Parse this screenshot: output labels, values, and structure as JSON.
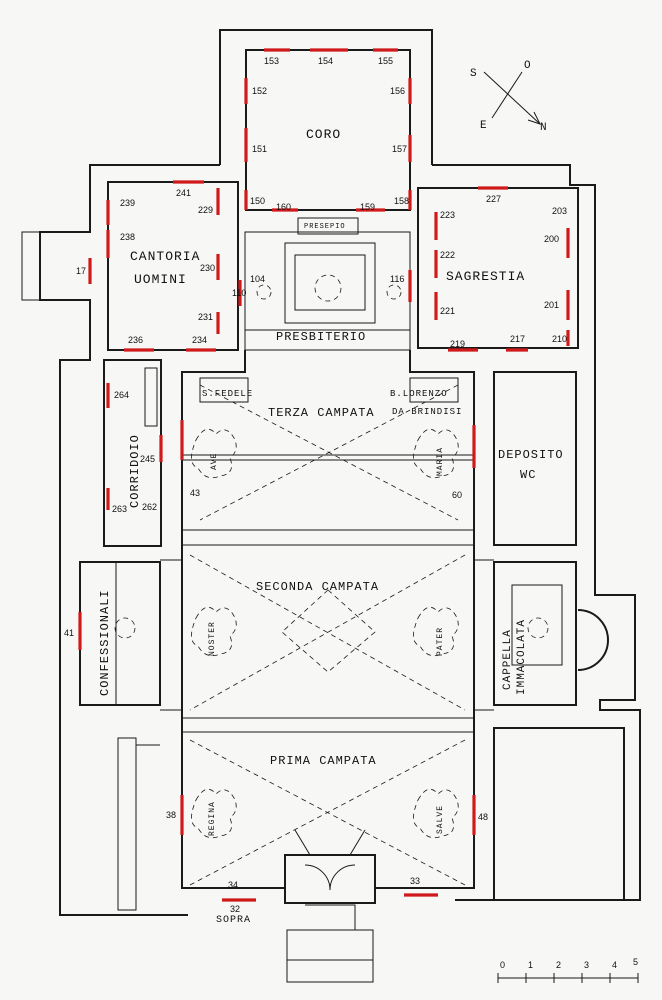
{
  "rooms": {
    "coro": "CORO",
    "cantoria_1": "CANTORIA",
    "cantoria_2": "UOMINI",
    "sagrestia": "SAGRESTIA",
    "presbiterio": "PRESBITERIO",
    "presepio": "PRESEPIO",
    "terza": "TERZA CAMPATA",
    "s_fedele": "S.FEDELE",
    "b_lorenzo": "B.LORENZO",
    "da_brindisi": "DA BRINDISI",
    "deposito": "DEPOSITO",
    "wc": "WC",
    "corridoio": "CORRIDOIO",
    "seconda": "SECONDA CAMPATA",
    "confessionali": "CONFESSIONALI",
    "cappella_1": "CAPPELLA",
    "cappella_2": "IMMACOLATA",
    "prima": "PRIMA CAMPATA",
    "sopra": "SOPRA"
  },
  "altars": {
    "ave": "AVE",
    "maria": "MARIA",
    "noster": "NOSTER",
    "pater": "PATER",
    "regina": "REGINA",
    "salve": "SALVE"
  },
  "compass": [
    "S",
    "O",
    "E",
    "N"
  ],
  "scale": [
    "0",
    "1",
    "2",
    "3",
    "4",
    "5"
  ],
  "numbers": {
    "n153": "153",
    "n154": "154",
    "n155": "155",
    "n152": "152",
    "n156": "156",
    "n151": "151",
    "n157": "157",
    "n150": "150",
    "n160": "160",
    "n159": "159",
    "n158": "158",
    "n239": "239",
    "n241": "241",
    "n229": "229",
    "n238": "238",
    "n230": "230",
    "n17": "17",
    "n110": "110",
    "n104": "104",
    "n231": "231",
    "n236": "236",
    "n234": "234",
    "n227": "227",
    "n203": "203",
    "n223": "223",
    "n222": "222",
    "n200": "200",
    "n116": "116",
    "n221": "221",
    "n201": "201",
    "n219": "219",
    "n217": "217",
    "n210": "210",
    "n264": "264",
    "n245": "245",
    "n263": "263",
    "n262": "262",
    "n43": "43",
    "n60": "60",
    "n41": "41",
    "n38": "38",
    "n48": "48",
    "n34": "34",
    "n33": "33",
    "n32": "32"
  },
  "colors": {
    "mark": "#d0191b",
    "ink": "#1a1a1a",
    "paper": "#f7f7f5"
  }
}
